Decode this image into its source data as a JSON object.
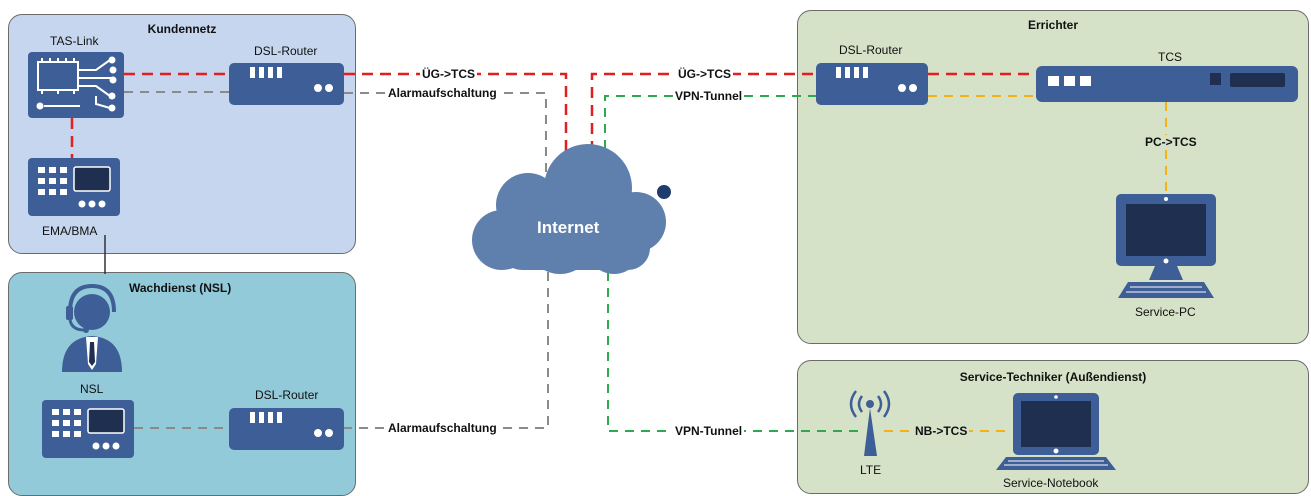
{
  "zones": {
    "kundennetz": "Kundennetz",
    "wachdienst": "Wachdienst (NSL)",
    "errichter": "Errichter",
    "service": "Service-Techniker (Außendienst)"
  },
  "devices": {
    "tas_link": "TAS-Link",
    "dsl_router_kunde": "DSL-Router",
    "ema_bma": "EMA/BMA",
    "nsl": "NSL",
    "dsl_router_nsl": "DSL-Router",
    "dsl_router_errichter": "DSL-Router",
    "tcs": "TCS",
    "service_pc": "Service-PC",
    "lte": "LTE",
    "service_notebook": "Service-Notebook",
    "internet": "Internet"
  },
  "connections": {
    "ug_tcs_left": "ÜG->TCS",
    "alarm_top": "Alarmaufschaltung",
    "ug_tcs_right": "ÜG->TCS",
    "vpn_top": "VPN-Tunnel",
    "pc_tcs": "PC->TCS",
    "alarm_bottom": "Alarmaufschaltung",
    "vpn_bottom": "VPN-Tunnel",
    "nb_tcs": "NB->TCS"
  },
  "colors": {
    "red": "#e02020",
    "gray": "#8a8a8a",
    "green": "#2fa84f",
    "yellow": "#f2b21c",
    "device": "#3d5e96",
    "cloud": "#5f80ad"
  }
}
